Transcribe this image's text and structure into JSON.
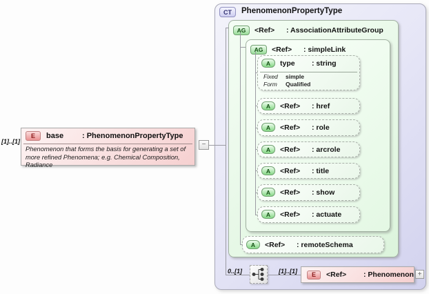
{
  "base": {
    "cardinality": "[1]..[1]",
    "icon": "E",
    "name": "base",
    "type": ": PhenomenonPropertyType",
    "annotation": "Phenomenon that forms the basis for generating a set of more refined Phenomena; e.g. Chemical Composition, Radiance",
    "collapse_glyph": "−"
  },
  "ct": {
    "icon": "CT",
    "title": "PhenomenonPropertyType",
    "ag": {
      "icon": "AG",
      "ref": "<Ref>",
      "type": ": AssociationAttributeGroup"
    },
    "simpleLink": {
      "icon": "AG",
      "ref": "<Ref>",
      "type": ": simpleLink",
      "attrs": [
        {
          "icon": "A",
          "name": "type",
          "type": ": string",
          "facts": {
            "fixed_label": "Fixed",
            "fixed_value": "simple",
            "form_label": "Form",
            "form_value": "Qualified"
          }
        },
        {
          "icon": "A",
          "name": "<Ref>",
          "type": ": href"
        },
        {
          "icon": "A",
          "name": "<Ref>",
          "type": ": role"
        },
        {
          "icon": "A",
          "name": "<Ref>",
          "type": ": arcrole"
        },
        {
          "icon": "A",
          "name": "<Ref>",
          "type": ": title"
        },
        {
          "icon": "A",
          "name": "<Ref>",
          "type": ": show"
        },
        {
          "icon": "A",
          "name": "<Ref>",
          "type": ": actuate"
        }
      ]
    },
    "remoteSchema": {
      "icon": "A",
      "name": "<Ref>",
      "type": ": remoteSchema"
    },
    "choice": {
      "card_left": "0..[1]",
      "card_right": "[1]..[1]"
    },
    "phenomenon": {
      "icon": "E",
      "name": "<Ref>",
      "type": ": Phenomenon",
      "expand_glyph": "+"
    }
  },
  "colors": {
    "element_pink": "#f6d0d0",
    "group_green": "#dcf4dc",
    "container_lavender": "#d2d2ee",
    "line_gray": "#9a9aa2"
  }
}
